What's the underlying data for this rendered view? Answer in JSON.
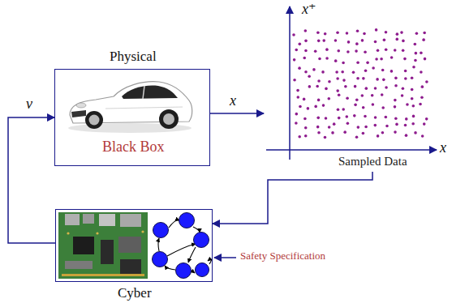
{
  "diagram": {
    "nodes": [
      {
        "text": [
          "Physical",
          "Black Box"
        ]
      },
      {
        "text": [
          "Sampled Data"
        ]
      },
      {
        "text": [
          "Cyber"
        ]
      }
    ],
    "edges": [
      {
        "from": 0,
        "to": 1,
        "label": "x",
        "arrow": "to"
      },
      {
        "from": 1,
        "to": 2,
        "arrow": "to"
      },
      {
        "from": 2,
        "to": 0,
        "label": "ν",
        "arrow": "to"
      }
    ],
    "labels": [
      "x⁺",
      "x",
      "Safety Specification"
    ]
  }
}
